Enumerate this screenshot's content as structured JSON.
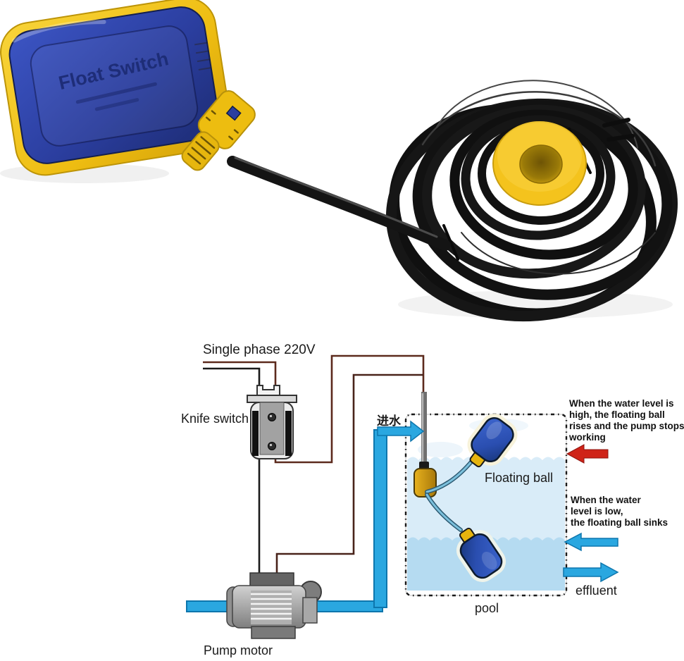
{
  "product": {
    "embossed_text": "Float Switch",
    "colors": {
      "body_blue": "#2b3e9f",
      "shell_yellow": "#f2c21c",
      "cable_black": "#161616",
      "spool_yellow": "#f4c31d"
    }
  },
  "diagram": {
    "labels": {
      "single_phase": "Single phase 220V",
      "knife_switch": "Knife switch",
      "water_inlet": "进水",
      "floating_ball": "Floating ball",
      "pool": "pool",
      "effluent": "effluent",
      "pump_motor": "Pump motor"
    },
    "notes": {
      "high": "When the water level is\nhigh, the floating ball\nrises and the pump stops\nworking",
      "low": "When the water\nlevel is low,\nthe floating ball sinks"
    },
    "colors": {
      "wire_live": "#5c2a1d",
      "wire_neutral": "#1a1a1a",
      "pipe_blue": "#2aa7e0",
      "arrow_red": "#cf2318",
      "water_high": "#d9ecf8",
      "water_low": "#b5dbf1"
    }
  }
}
